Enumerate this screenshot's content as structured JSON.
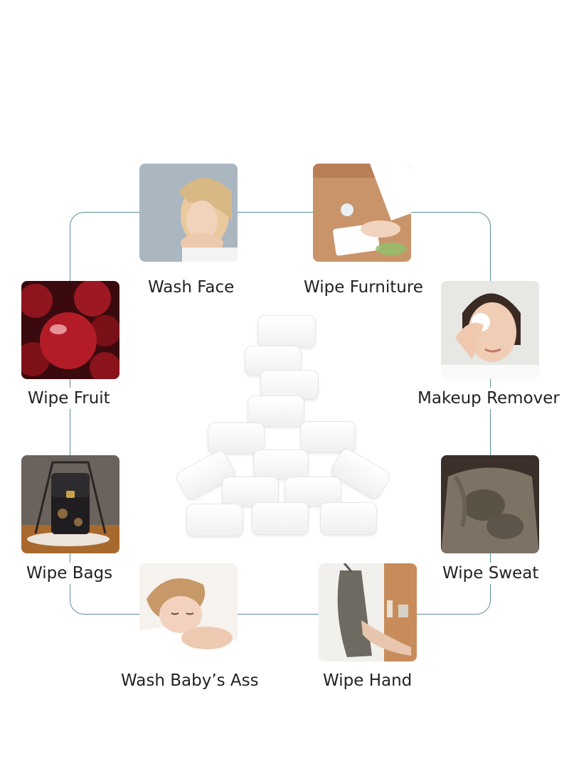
{
  "uses": [
    {
      "label": "Wash Face",
      "icon": "face-washing-photo"
    },
    {
      "label": "Wipe Furniture",
      "icon": "furniture-wiping-photo"
    },
    {
      "label": "Makeup Remover",
      "icon": "makeup-removal-photo"
    },
    {
      "label": "Wipe Sweat",
      "icon": "sweaty-shirt-photo"
    },
    {
      "label": "Wipe Hand",
      "icon": "hand-towel-photo"
    },
    {
      "label": "Wash Baby’s Ass",
      "icon": "sleeping-child-photo"
    },
    {
      "label": "Wipe Bags",
      "icon": "handbag-photo"
    },
    {
      "label": "Wipe Fruit",
      "icon": "cherries-photo"
    }
  ],
  "product": {
    "icon": "compressed-towel-tablets"
  },
  "colors": {
    "connector": "#5b8f97",
    "background": "#ffffff"
  }
}
